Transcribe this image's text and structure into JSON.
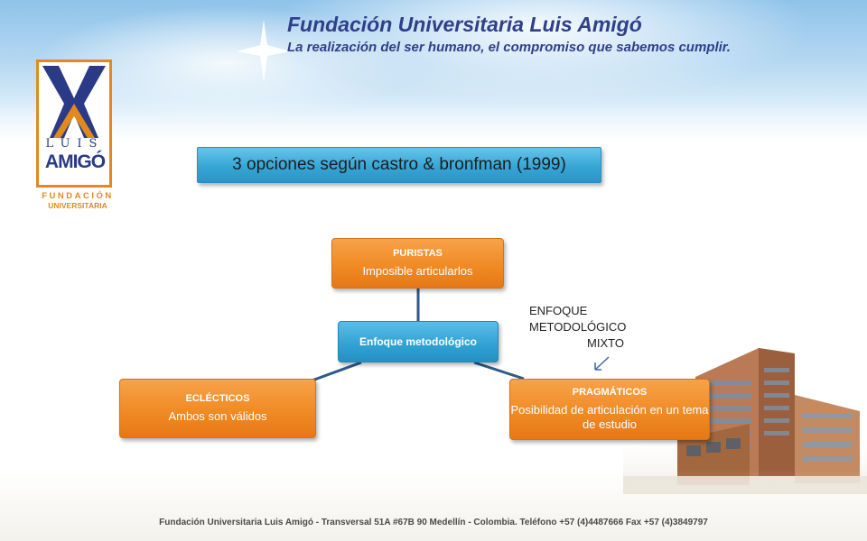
{
  "header": {
    "title": "Fundación Universitaria Luis Amigó",
    "subtitle": "La realización del ser humano, el compromiso que sabemos cumplir."
  },
  "logo": {
    "letters": "LUIS",
    "name": "AMIGÓ",
    "line1": "FUNDACIÓN",
    "line2": "UNIVERSITARIA",
    "colors": {
      "navy": "#2a3a86",
      "orange": "#e08a1e"
    }
  },
  "slide": {
    "title": "3 opciones según castro & bronfman (1999)"
  },
  "diagram": {
    "center": "Enfoque metodológico",
    "nodes": {
      "top": {
        "title": "PURISTAS",
        "body": "Imposible articularlos"
      },
      "left": {
        "title": "ECLÉCTICOS",
        "body": "Ambos son válidos"
      },
      "right": {
        "title": "PRAGMÁTICOS",
        "body": "Posibilidad de articulación en un tema de estudio"
      }
    },
    "colors": {
      "node": "#f08b25",
      "center": "#2fa1d3",
      "connector": "#2c5a8a"
    }
  },
  "note": {
    "line1": "ENFOQUE",
    "line2": "METODOLÓGICO",
    "line3": "MIXTO"
  },
  "footer": {
    "text": "Fundación Universitaria Luis Amigó - Transversal 51A #67B 90 Medellín - Colombia. Teléfono +57 (4)4487666 Fax +57 (4)3849797"
  }
}
